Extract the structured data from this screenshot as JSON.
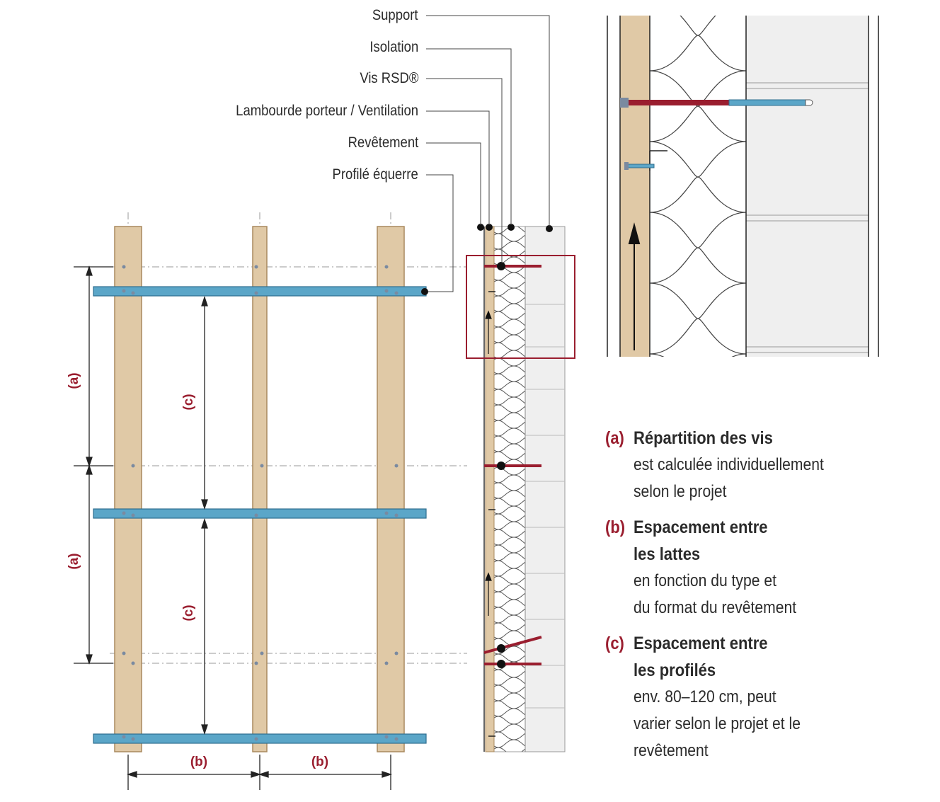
{
  "callouts": [
    {
      "label": "Support"
    },
    {
      "label": "Isolation"
    },
    {
      "label": "Vis RSD®"
    },
    {
      "label": "Lambourde porteur / Ventilation"
    },
    {
      "label": "Revêtement"
    },
    {
      "label": "Profilé équerre"
    }
  ],
  "dimensions": {
    "a": "(a)",
    "b": "(b)",
    "c": "(c)"
  },
  "legend": [
    {
      "key": "(a)",
      "title_lines": [
        "Répartition des vis"
      ],
      "desc_lines": [
        "est calculée individuellement",
        "selon le projet"
      ]
    },
    {
      "key": "(b)",
      "title_lines": [
        "Espacement entre",
        "les lattes"
      ],
      "desc_lines": [
        "en fonction du type et",
        "du format du revêtement"
      ]
    },
    {
      "key": "(c)",
      "title_lines": [
        "Espacement entre",
        "les profilés"
      ],
      "desc_lines": [
        "env. 80–120 cm, peut",
        "varier selon le projet et le",
        "revêtement"
      ]
    }
  ],
  "colors": {
    "wood": "#e0c9a6",
    "wood_edge": "#a9895e",
    "profile": "#5ba6c8",
    "profile_edge": "#2f6f8f",
    "accent": "#9a1e2f",
    "line": "#333333",
    "support": "#efefef"
  }
}
